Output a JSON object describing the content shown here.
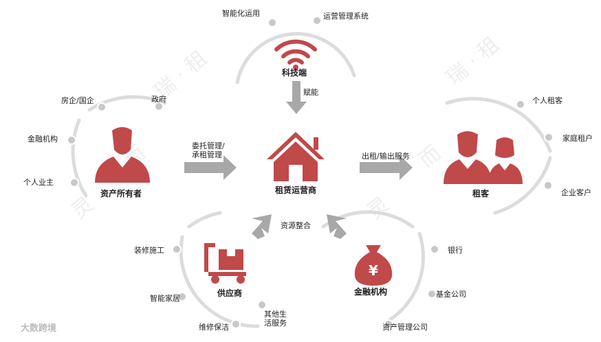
{
  "colors": {
    "accent": "#c0494a",
    "arrow": "#a8a8a8",
    "arc": "#dcdcdc",
    "node": "#c8c8c8"
  },
  "watermark": {
    "text1": "瑞 · 租",
    "text2": "瑞 · 租",
    "text3": "灵",
    "text4": "而",
    "logo": "大数跨境"
  },
  "center": {
    "label": "租赁运营商",
    "icon": "house-icon"
  },
  "tech": {
    "label": "科技端",
    "icon": "wifi-icon",
    "items": [
      "智能化运用",
      "运营管理系统"
    ],
    "arrow_label": "赋能"
  },
  "owner": {
    "label": "资产所有者",
    "icon": "person-icon",
    "items": [
      "房企/国企",
      "政府",
      "金融机构",
      "个人业主"
    ],
    "arrow_label": "委托管理/\n承租管理"
  },
  "tenant": {
    "label": "租客",
    "icon": "couple-icon",
    "items": [
      "个人租客",
      "家庭租户",
      "企业客户"
    ],
    "arrow_label": "出租/输出服务"
  },
  "supplier": {
    "label": "供应商",
    "icon": "hand-truck-icon",
    "items": [
      "装修施工",
      "智能家居",
      "维修保洁",
      "其他生\n活服务"
    ]
  },
  "finance": {
    "label": "金融机构",
    "icon": "money-bag-icon",
    "items": [
      "银行",
      "基金公司",
      "资产管理公司"
    ],
    "icon_char": "¥"
  },
  "resource_label": "资源整合"
}
